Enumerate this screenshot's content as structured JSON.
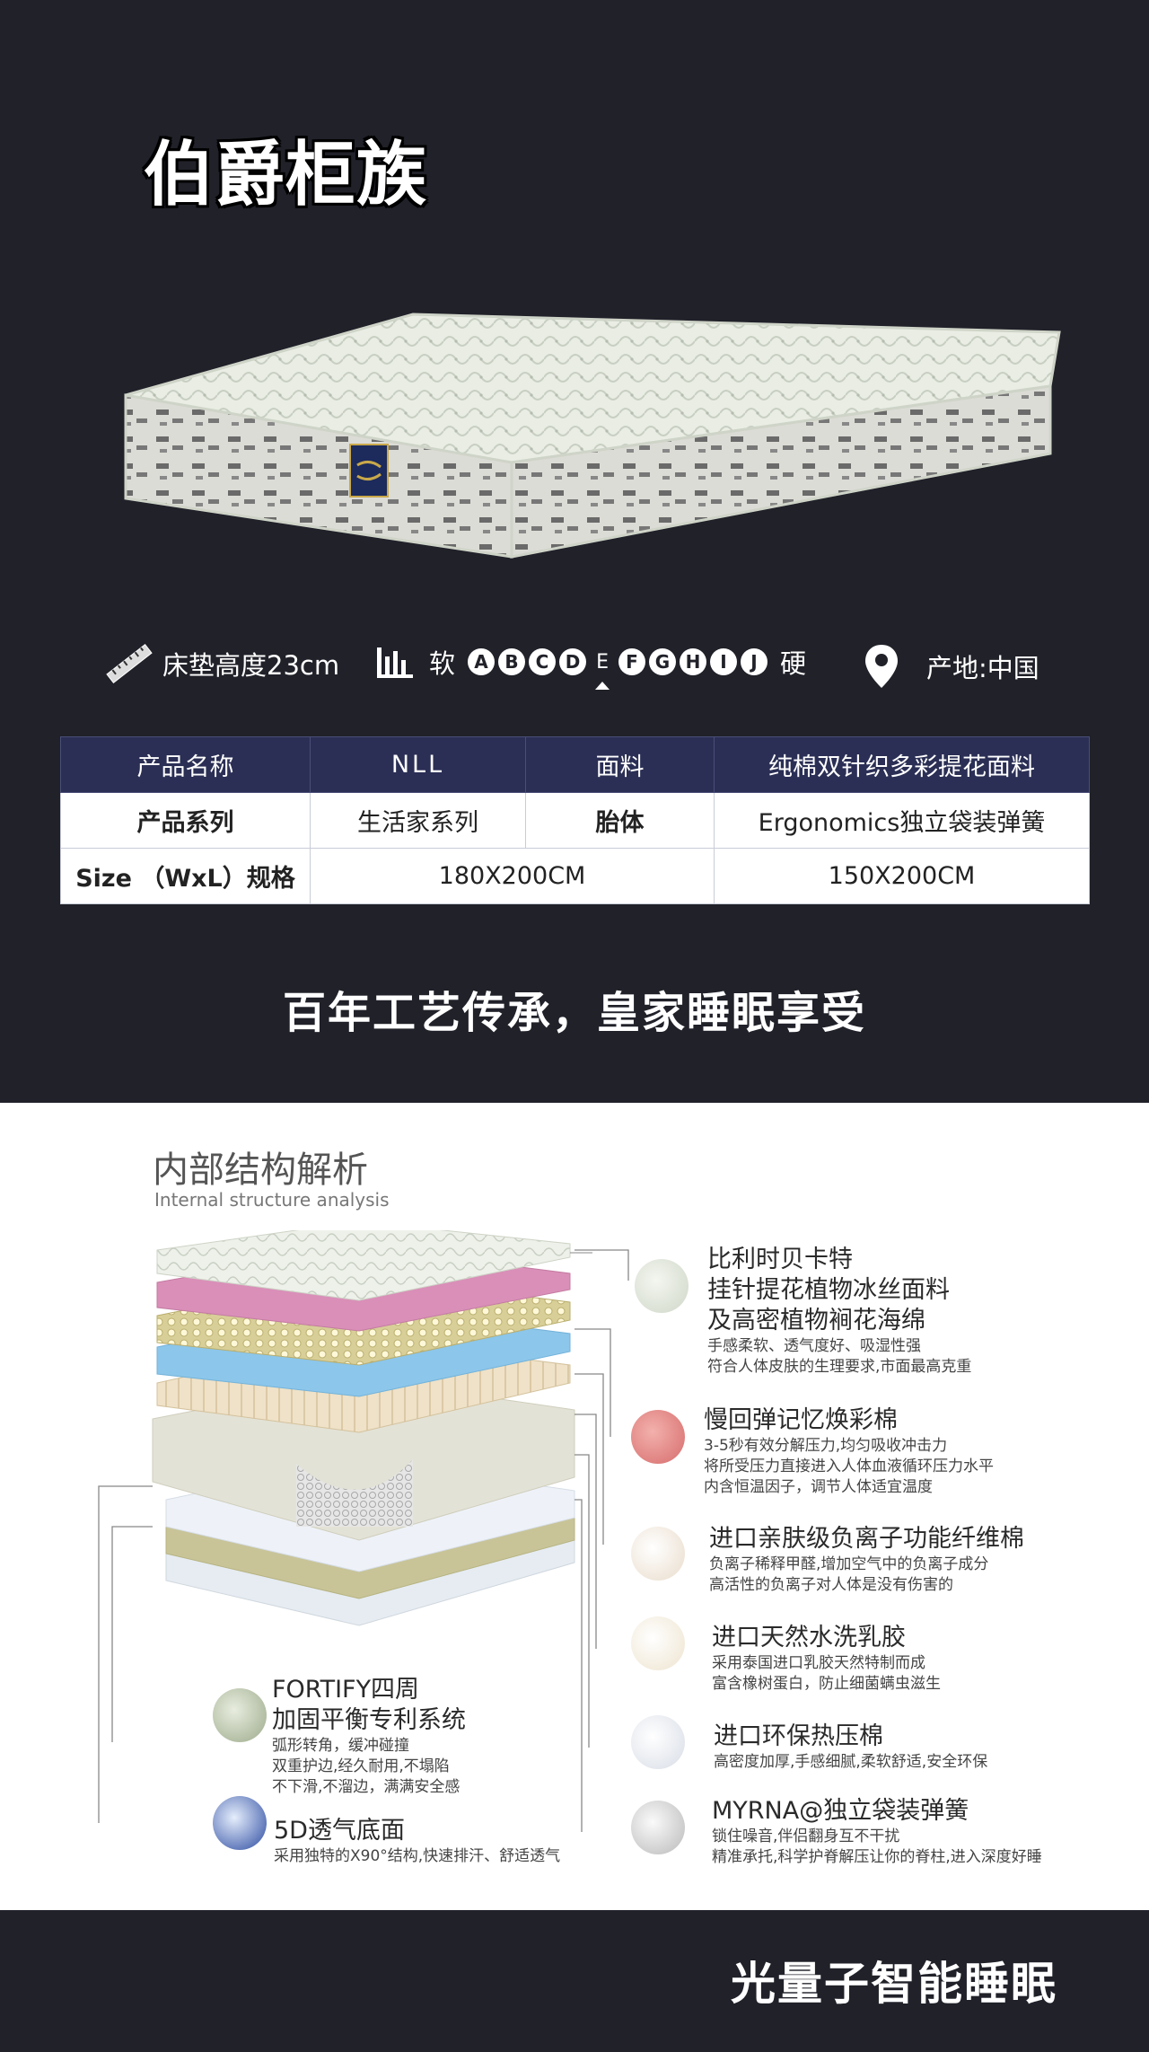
{
  "brand": "伯爵柜族",
  "specs": {
    "height_label": "床垫高度23cm",
    "soft_label": "软",
    "hard_label": "硬",
    "firmness_letters": [
      "A",
      "B",
      "C",
      "D",
      "E",
      "F",
      "G",
      "H",
      "I",
      "J"
    ],
    "firmness_selected": "E",
    "origin_label": "产地:中国"
  },
  "table": {
    "row1": [
      "产品名称",
      "NLL",
      "面料",
      "纯棉双针织多彩提花面料"
    ],
    "row2": [
      "产品系列",
      "生活家系列",
      "胎体",
      "Ergonomics独立袋装弹簧"
    ],
    "row3": [
      "Size （WxL）规格",
      "180X200CM",
      "150X200CM"
    ]
  },
  "tagline": "百年工艺传承，皇家睡眠享受",
  "structure": {
    "title": "内部结构解析",
    "subtitle": "Internal structure analysis",
    "features": [
      {
        "title1": "比利时贝卡特",
        "title2": "挂针提花植物冰丝面料",
        "title3": "及高密植物裥花海绵",
        "desc1": "手感柔软、透气度好、吸湿性强",
        "desc2": "符合人体皮肤的生理要求,市面最高克重"
      },
      {
        "title1": "慢回弹记忆焕彩棉",
        "desc1": "3-5秒有效分解压力,均匀吸收冲击力",
        "desc2": "将所受压力直接进入人体血液循环压力水平",
        "desc3": "内含恒温因子，调节人体适宜温度"
      },
      {
        "title1": "进口亲肤级负离子功能纤维棉",
        "desc1": "负离子稀释甲醛,增加空气中的负离子成分",
        "desc2": "高活性的负离子对人体是没有伤害的"
      },
      {
        "title1": "进口天然水洗乳胶",
        "desc1": "采用泰国进口乳胶天然特制而成",
        "desc2": "富含橡树蛋白，防止细菌螨虫滋生"
      },
      {
        "title1": "进口环保热压棉",
        "desc1": "高密度加厚,手感细腻,柔软舒适,安全环保"
      },
      {
        "title1": "MYRNA@独立袋装弹簧",
        "desc1": "锁住噪音,伴侣翻身互不干扰",
        "desc2": "精准承托,科学护脊解压让你的脊柱,进入深度好睡"
      },
      {
        "title1": "FORTIFY四周",
        "title2": "加固平衡专利系统",
        "desc1": "弧形转角，缓冲碰撞",
        "desc2": "双重护边,经久耐用,不塌陷",
        "desc3": "不下滑,不溜边，满满安全感"
      },
      {
        "title1": "5D透气底面",
        "desc1": "采用独特的X90°结构,快速排汗、舒适透气"
      }
    ]
  },
  "bottom_slogan": "光量子智能睡眠",
  "colors": {
    "dark_bg": "#202129",
    "table_header": "#2b2f55",
    "accent_pink": "#d98fb8",
    "accent_blue": "#8cc6ea"
  }
}
